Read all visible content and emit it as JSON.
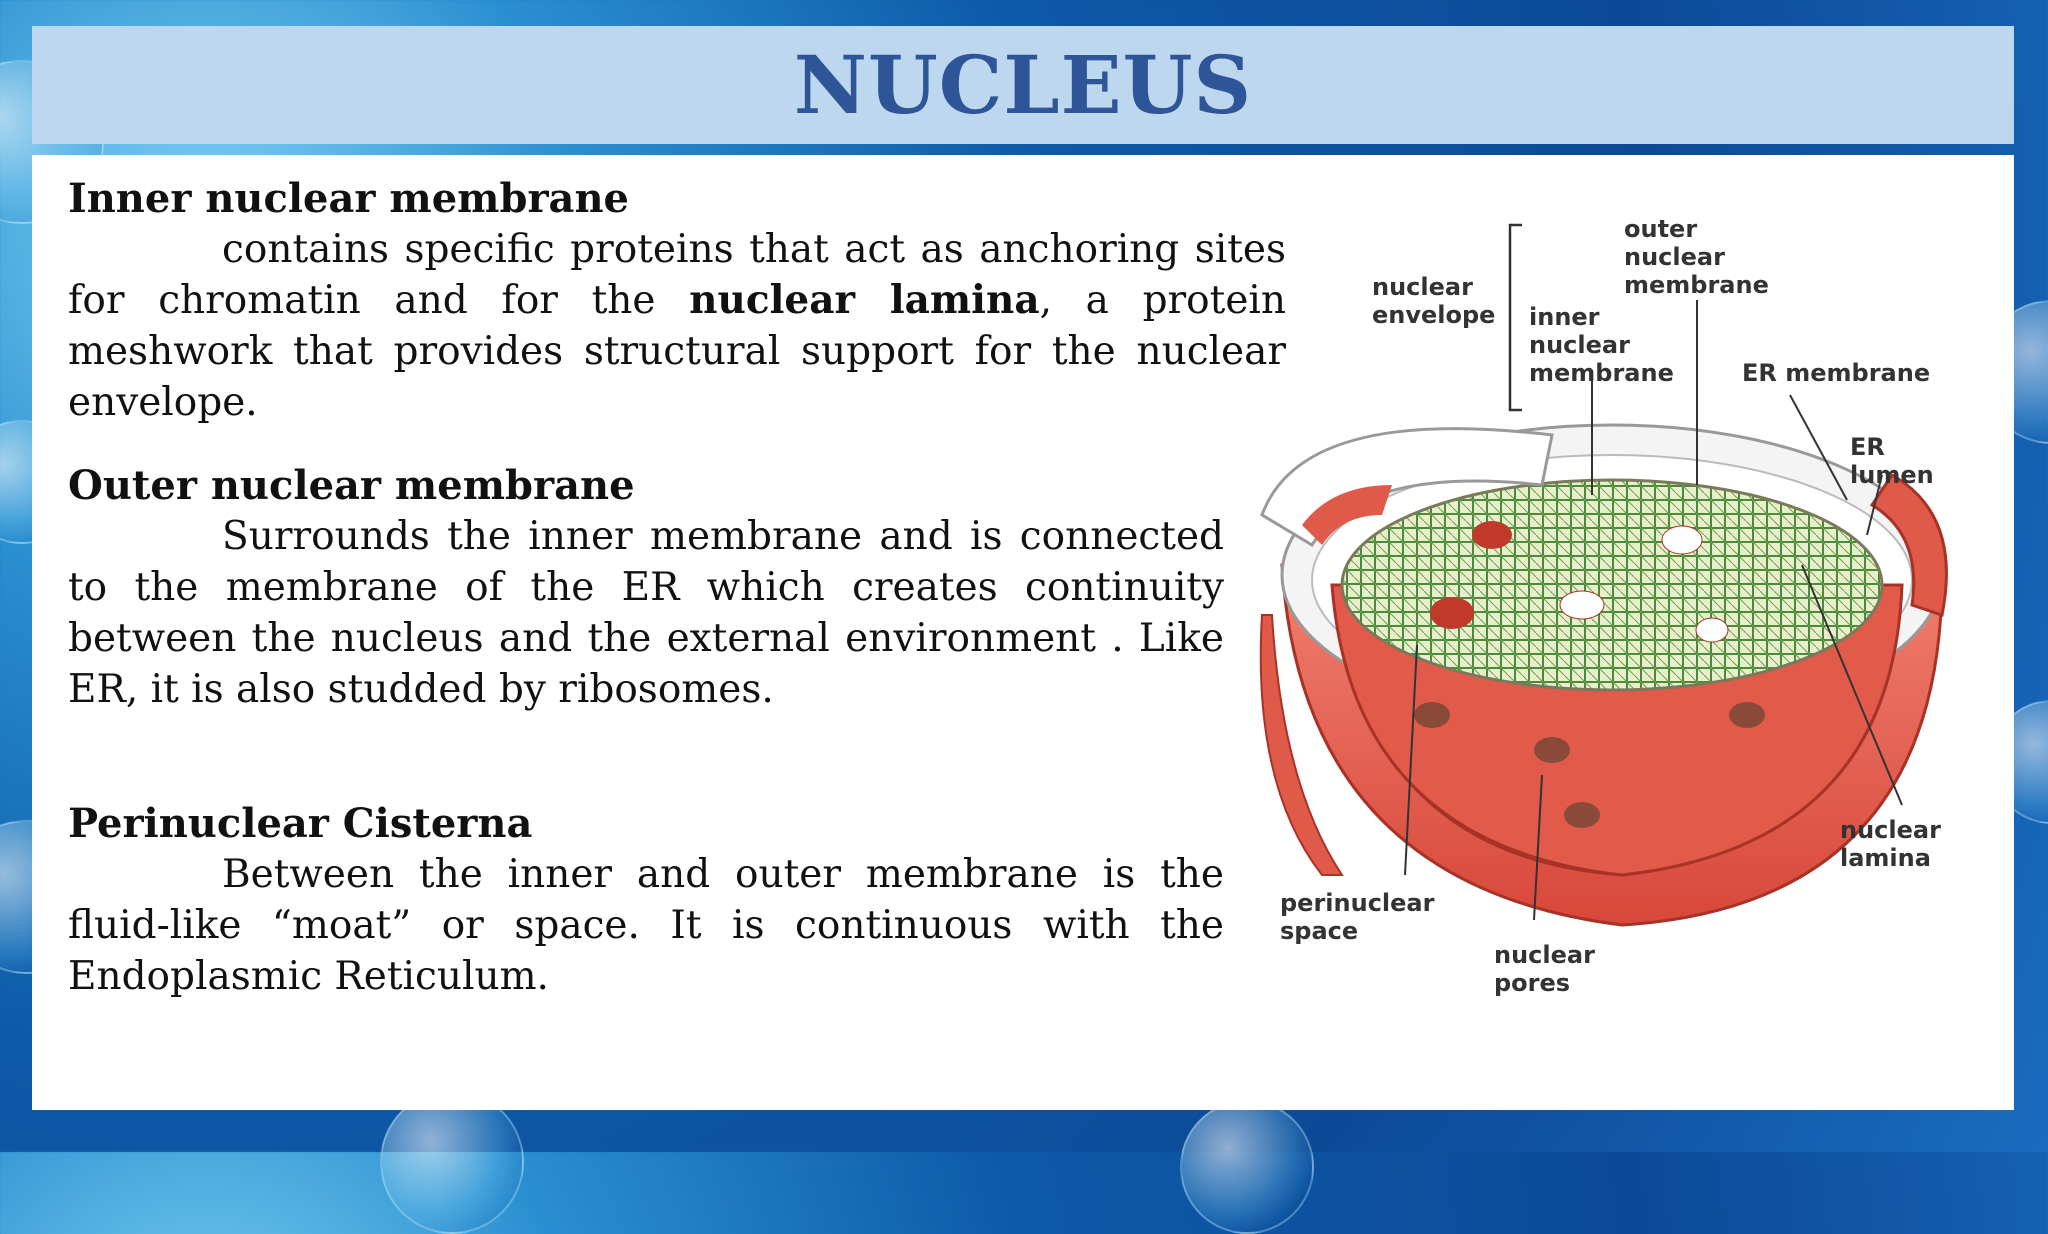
{
  "slide": {
    "title": "NUCLEUS"
  },
  "sections": [
    {
      "heading": "Inner nuclear membrane",
      "text_a": "contains specific proteins that act as anchoring sites for chromatin and for the ",
      "bold_term": "nuclear lamina",
      "text_b": ", a protein meshwork that provides structural support for the nuclear envelope."
    },
    {
      "heading": "Outer nuclear membrane",
      "text": "Surrounds the inner membrane and is connected to the membrane of the ER which creates continuity between the nucleus and the external environment . Like ER, it is also studded by ribosomes."
    },
    {
      "heading": "Perinuclear Cisterna",
      "text": "Between the inner and outer membrane is the fluid-like “moat” or space. It is continuous with the Endoplasmic Reticulum."
    }
  ],
  "figure_labels": {
    "outer_1": "outer",
    "outer_2": "nuclear",
    "outer_3": "membrane",
    "env_1": "nuclear",
    "env_2": "envelope",
    "inner_1": "inner",
    "inner_2": "nuclear",
    "inner_3": "membrane",
    "er_membrane": "ER membrane",
    "er_lumen_1": "ER",
    "er_lumen_2": "lumen",
    "lamina_1": "nuclear",
    "lamina_2": "lamina",
    "peri_1": "perinuclear",
    "peri_2": "space",
    "pores_1": "nuclear",
    "pores_2": "pores"
  },
  "colors": {
    "title_bar": "#bdd7ee",
    "title_text": "#2e5597",
    "membrane_red": "#e05a4a",
    "chromatin_green": "#4a8a3a"
  }
}
